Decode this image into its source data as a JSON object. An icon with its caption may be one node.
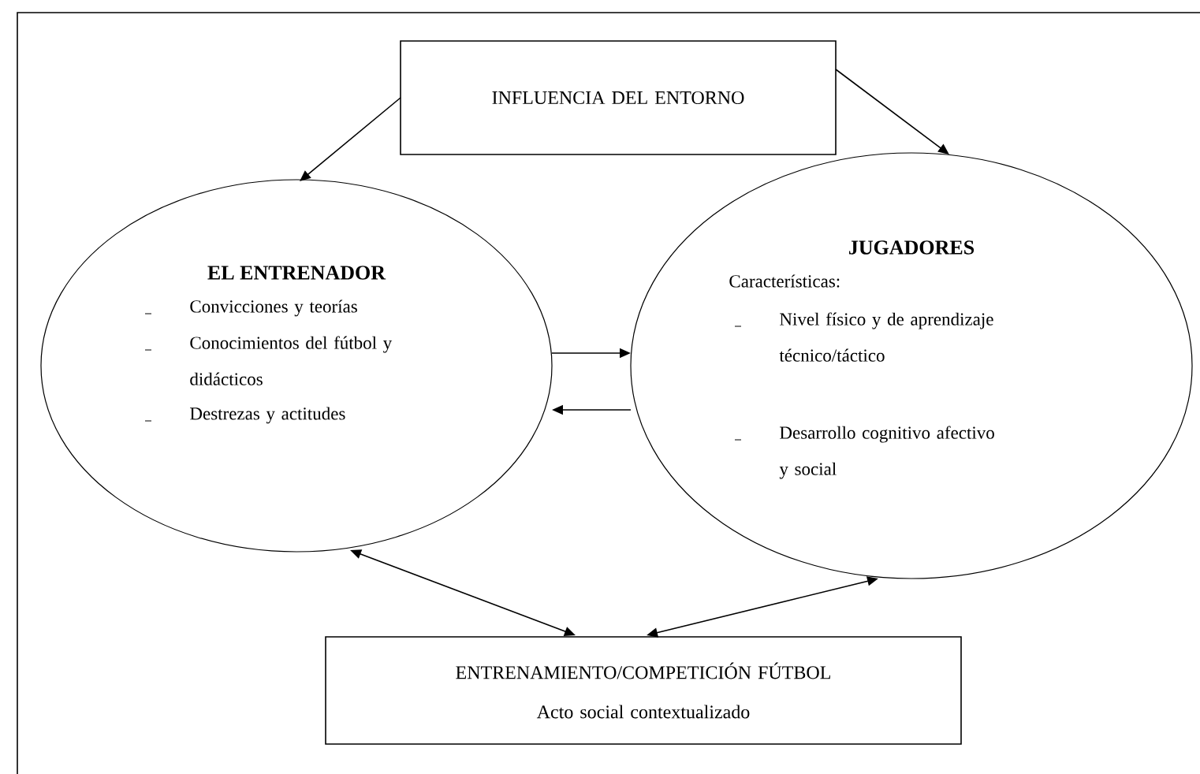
{
  "diagram": {
    "nodes": [
      {
        "text": [
          "INFLUENCIA DEL ENTORNO"
        ]
      },
      {
        "text": [
          "EL ENTRENADOR",
          "Convicciones y teorías",
          "Conocimientos del fútbol y didácticos",
          "Destrezas y actitudes"
        ]
      },
      {
        "text": [
          "JUGADORES",
          "Características:",
          "Nivel físico y de aprendizaje técnico/táctico",
          "Desarrollo cognitivo afectivo y social"
        ]
      },
      {
        "text": [
          "ENTRENAMIENTO/COMPETICIÓN FÚTBOL",
          "Acto social contextualizado"
        ]
      }
    ],
    "edges": [
      {
        "from": 0,
        "to": 1,
        "arrow": "to"
      },
      {
        "from": 0,
        "to": 2,
        "arrow": "to"
      },
      {
        "from": 1,
        "to": 2,
        "arrow": "to"
      },
      {
        "from": 2,
        "to": 1,
        "arrow": "to"
      },
      {
        "from": 1,
        "to": 3,
        "arrow": "both"
      },
      {
        "from": 2,
        "to": 3,
        "arrow": "both"
      }
    ]
  }
}
